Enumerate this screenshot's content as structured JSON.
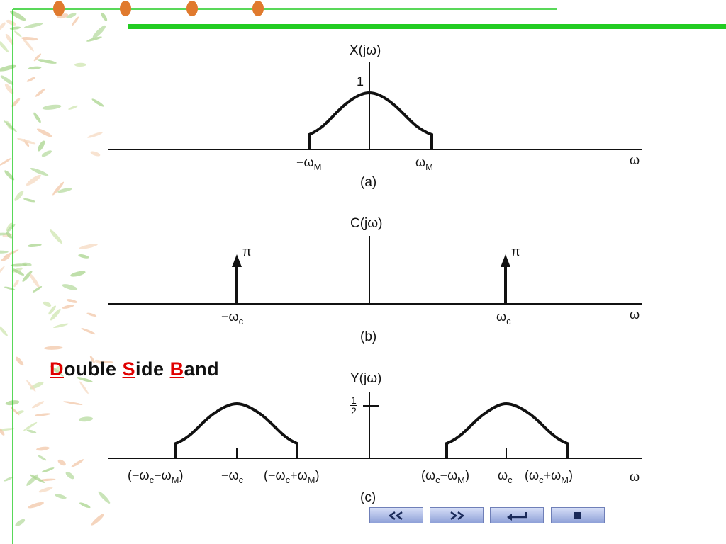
{
  "slide": {
    "heading": {
      "parts": [
        {
          "letter": "D",
          "rest": "ouble"
        },
        {
          "letter": "S",
          "rest": "ide"
        },
        {
          "letter": "B",
          "rest": "and"
        }
      ]
    },
    "accent_colors": {
      "bar": "#22cc22",
      "bullet": "#e07a2e",
      "heading_highlight": "#e00000"
    }
  },
  "plots": {
    "a": {
      "ylabel": "X(jω)",
      "peak_label": "1",
      "tick_neg": {
        "main": "−ω",
        "sub": "M"
      },
      "tick_pos": {
        "main": "ω",
        "sub": "M"
      },
      "axis": "ω",
      "caption": "(a)"
    },
    "b": {
      "ylabel": "C(jω)",
      "impulse_label_left": "π",
      "impulse_label_right": "π",
      "tick_neg": {
        "main": "−ω",
        "sub": "c"
      },
      "tick_pos": {
        "main": "ω",
        "sub": "c"
      },
      "axis": "ω",
      "caption": "(b)"
    },
    "c": {
      "ylabel": "Y(jω)",
      "half_num": "1",
      "half_den": "2",
      "left_lo": {
        "a": "(−ω",
        "s1": "c",
        "b": "−ω",
        "s2": "M",
        "c": ")"
      },
      "left_center": {
        "main": "−ω",
        "sub": "c"
      },
      "left_hi": {
        "a": "(−ω",
        "s1": "c",
        "b": "+ω",
        "s2": "M",
        "c": ")"
      },
      "right_lo": {
        "a": "(ω",
        "s1": "c",
        "b": "−ω",
        "s2": "M",
        "c": ")"
      },
      "right_center": {
        "main": "ω",
        "sub": "c"
      },
      "right_hi": {
        "a": "(ω",
        "s1": "c",
        "b": "+ω",
        "s2": "M",
        "c": ")"
      },
      "axis": "ω",
      "caption": "(c)"
    }
  },
  "nav": {
    "buttons": [
      {
        "name": "previous-button",
        "icon": "double-chevron-left-icon"
      },
      {
        "name": "next-button",
        "icon": "double-chevron-right-icon"
      },
      {
        "name": "return-button",
        "icon": "return-arrow-icon"
      },
      {
        "name": "stop-button",
        "icon": "stop-square-icon"
      }
    ]
  }
}
